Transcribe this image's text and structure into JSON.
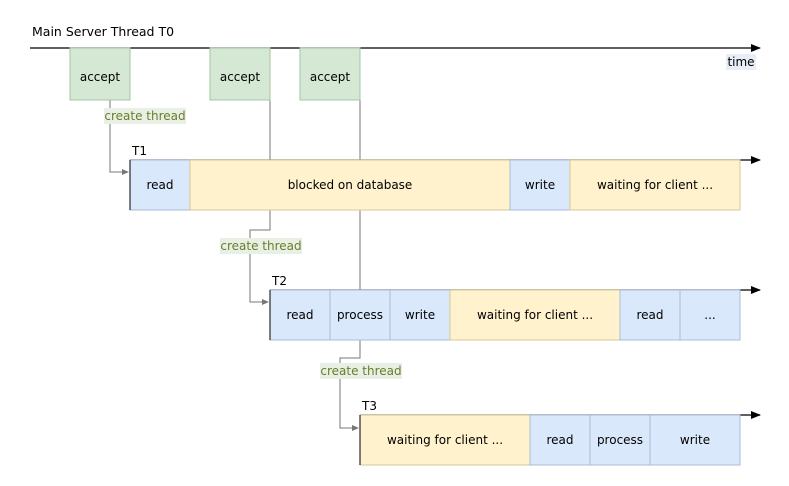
{
  "main_thread": {
    "label": "Main Server Thread T0"
  },
  "time_label": "time",
  "accepts": [
    "accept",
    "accept",
    "accept"
  ],
  "create_labels": [
    "create thread",
    "create thread",
    "create thread"
  ],
  "threads": [
    {
      "label": "T1",
      "segments": [
        {
          "text": "read",
          "kind": "io"
        },
        {
          "text": "blocked on database",
          "kind": "wait"
        },
        {
          "text": "write",
          "kind": "io"
        },
        {
          "text": "waiting for client ...",
          "kind": "wait"
        }
      ]
    },
    {
      "label": "T2",
      "segments": [
        {
          "text": "read",
          "kind": "io"
        },
        {
          "text": "process",
          "kind": "io"
        },
        {
          "text": "write",
          "kind": "io"
        },
        {
          "text": "waiting for client ...",
          "kind": "wait"
        },
        {
          "text": "read",
          "kind": "io"
        },
        {
          "text": "...",
          "kind": "io"
        }
      ]
    },
    {
      "label": "T3",
      "segments": [
        {
          "text": "waiting for client ...",
          "kind": "wait"
        },
        {
          "text": "read",
          "kind": "io"
        },
        {
          "text": "process",
          "kind": "io"
        },
        {
          "text": "write",
          "kind": "io"
        }
      ]
    }
  ],
  "colors": {
    "accept_fill": "#d5e8d4",
    "accept_stroke": "#a5c4a3",
    "io_fill": "#dae8fc",
    "io_stroke": "#a8bcd6",
    "wait_fill": "#fff2cc",
    "wait_stroke": "#d6c896",
    "label_bg": "#e8f0e6",
    "label_text": "#6b7d2a",
    "line": "#333333",
    "connector": "#555555"
  }
}
